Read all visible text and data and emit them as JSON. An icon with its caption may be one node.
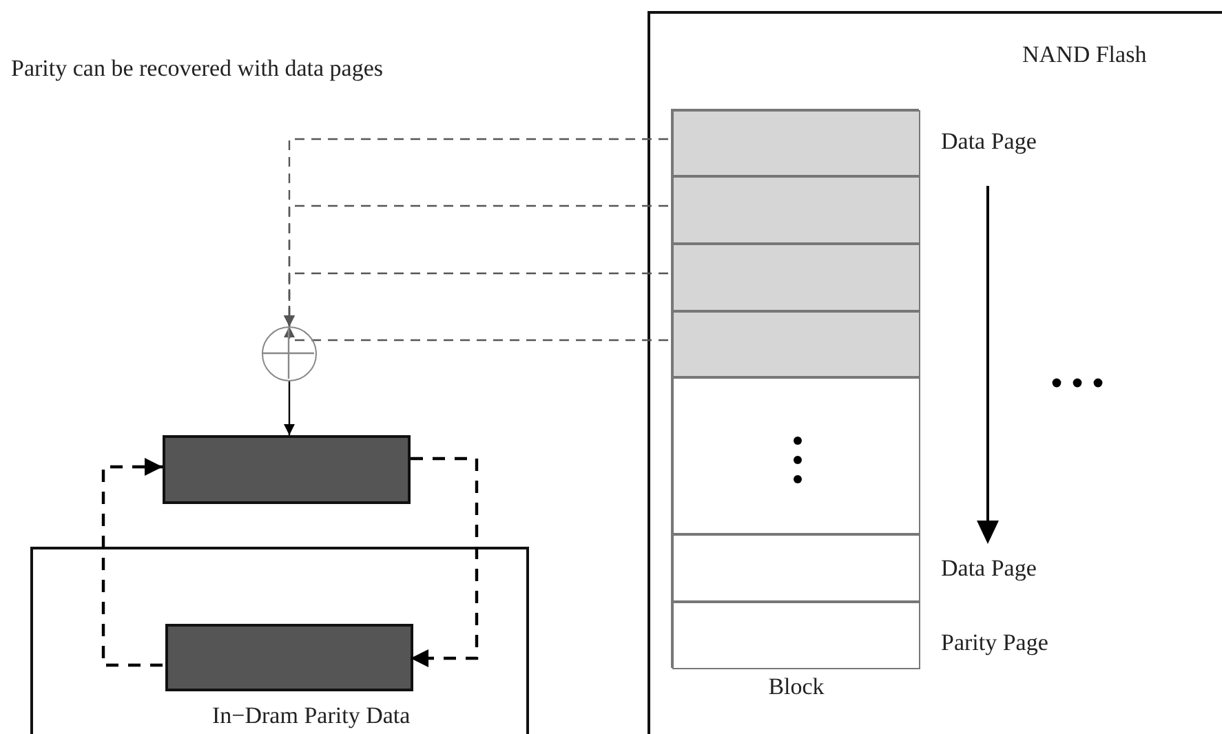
{
  "diagram": {
    "nodes": [
      {
        "text": [
          "NAND Flash"
        ]
      },
      {
        "text": [
          "Block"
        ],
        "in": 0
      },
      {
        "text": [],
        "shape": "box",
        "in": 1,
        "beside": [
          "Data Page"
        ]
      },
      {
        "text": [],
        "shape": "box",
        "in": 1
      },
      {
        "text": [],
        "shape": "box",
        "in": 1
      },
      {
        "text": [],
        "shape": "box",
        "in": 1
      },
      {
        "text": [],
        "shape": "box",
        "in": 1
      },
      {
        "text": [],
        "shape": "box",
        "in": 1,
        "beside": [
          "Data Page"
        ]
      },
      {
        "text": [],
        "shape": "box",
        "in": 1,
        "beside": [
          "Parity Page"
        ]
      },
      {
        "text": [],
        "shape": "circle"
      },
      {
        "text": [],
        "shape": "bar"
      },
      {
        "text": [
          "In−Dram Parity Data"
        ]
      },
      {
        "text": [],
        "shape": "bar",
        "in": 11
      }
    ],
    "edges": [
      {
        "from": 2,
        "to": 9,
        "arrow": "to",
        "style": "dashed",
        "color": "#555555"
      },
      {
        "from": 3,
        "to": 9,
        "arrow": "to",
        "style": "dashed",
        "color": "#555555"
      },
      {
        "from": 4,
        "to": 9,
        "arrow": "to",
        "style": "dashed",
        "color": "#555555"
      },
      {
        "from": 5,
        "to": 9,
        "arrow": "to",
        "style": "dashed",
        "color": "#555555"
      },
      {
        "from": 9,
        "to": 10,
        "arrow": "to"
      },
      {
        "from": 10,
        "to": 12,
        "arrow": "to",
        "style": "dashed"
      },
      {
        "from": 12,
        "to": 10,
        "arrow": "to",
        "style": "dashed"
      }
    ],
    "labels": [
      "Parity can be recovered with data pages"
    ]
  }
}
